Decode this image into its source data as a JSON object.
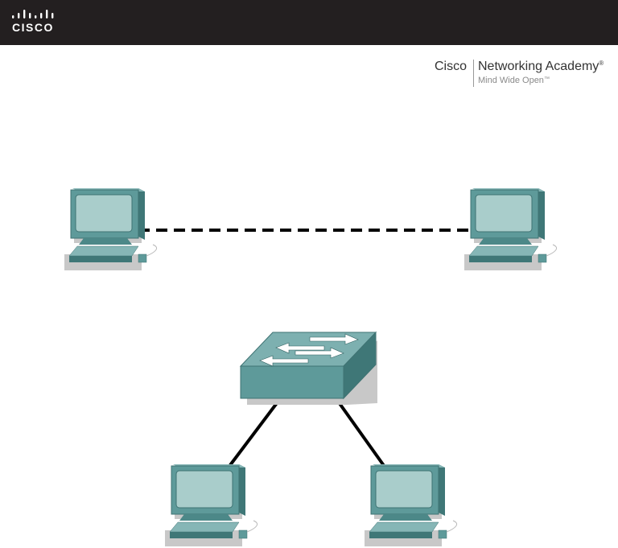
{
  "header": {
    "logo_text": "CISCO",
    "background_color": "#231f20"
  },
  "academy": {
    "brand": "Cisco",
    "title": "Networking Academy",
    "registered_mark": "®",
    "tagline": "Mind Wide Open",
    "trademark": "™"
  },
  "topology": {
    "device_color": "#5e9a9a",
    "screen_color": "#a9cdcb",
    "links": [
      {
        "from": "pc-1",
        "to": "pc-2",
        "style": "dashed",
        "color": "#000000"
      },
      {
        "from": "switch-1",
        "to": "pc-3",
        "style": "solid",
        "color": "#000000"
      },
      {
        "from": "switch-1",
        "to": "pc-4",
        "style": "solid",
        "color": "#000000"
      }
    ],
    "devices": [
      {
        "id": "pc-1",
        "type": "pc-icon"
      },
      {
        "id": "pc-2",
        "type": "pc-icon"
      },
      {
        "id": "switch-1",
        "type": "switch-icon"
      },
      {
        "id": "pc-3",
        "type": "pc-icon"
      },
      {
        "id": "pc-4",
        "type": "pc-icon"
      }
    ]
  }
}
